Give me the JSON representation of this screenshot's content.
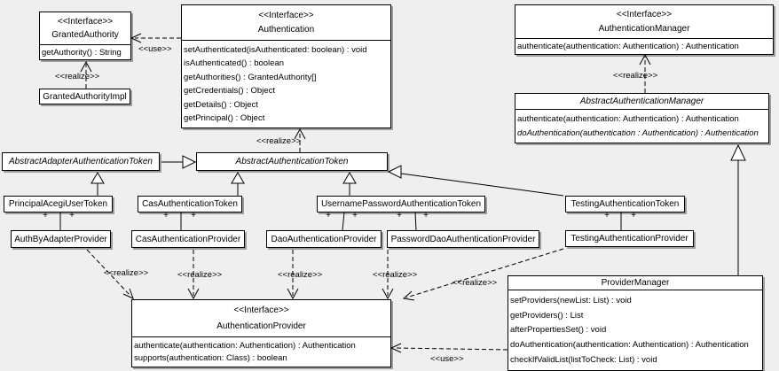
{
  "labels": {
    "use": "<<use>>",
    "realize": "<<realize>>",
    "plus": "+"
  },
  "colors": {
    "background": "#efefef",
    "box_fill": "#ffffff",
    "box_border": "#000000",
    "shadow": "#9e9e9e"
  },
  "classes": {
    "granted_authority": {
      "stereotype": "<<Interface>>",
      "name": "GrantedAuthority",
      "methods": [
        "getAuthority() : String"
      ]
    },
    "granted_authority_impl": {
      "name": "GrantedAuthorityImpl"
    },
    "authentication": {
      "stereotype": "<<Interface>>",
      "name": "Authentication",
      "methods": [
        "setAuthenticated(isAuthenticated: boolean) : void",
        "isAuthenticated() : boolean",
        "getAuthorities() : GrantedAuthority[]",
        "getCredentials() : Object",
        "getDetails() : Object",
        "getPrincipal() : Object"
      ]
    },
    "authentication_manager": {
      "stereotype": "<<Interface>>",
      "name": "AuthenticationManager",
      "methods": [
        "authenticate(authentication: Authentication) : Authentication"
      ]
    },
    "abstract_authentication_manager": {
      "name": "AbstractAuthenticationManager",
      "methods": [
        "authenticate(authentication: Authentication) : Authentication",
        "doAuthentication(authentication : Authentication) : Authentication"
      ]
    },
    "abstract_adapter_authentication_token": {
      "name": "AbstractAdapterAuthenticationToken"
    },
    "abstract_authentication_token": {
      "name": "AbstractAuthenticationToken"
    },
    "principal_acegi_user_token": {
      "name": "PrincipalAcegiUserToken"
    },
    "cas_authentication_token": {
      "name": "CasAuthenticationToken"
    },
    "username_password_authentication_token": {
      "name": "UsernamePasswordAuthenticationToken"
    },
    "testing_authentication_token": {
      "name": "TestingAuthenticationToken"
    },
    "auth_by_adapter_provider": {
      "name": "AuthByAdapterProvider"
    },
    "cas_authentication_provider": {
      "name": "CasAuthenticationProvider"
    },
    "dao_authentication_provider": {
      "name": "DaoAuthenticationProvider"
    },
    "password_dao_authentication_provider": {
      "name": "PasswordDaoAuthenticationProvider"
    },
    "testing_authentication_provider": {
      "name": "TestingAuthenticationProvider"
    },
    "authentication_provider": {
      "stereotype": "<<Interface>>",
      "name": "AuthenticationProvider",
      "methods": [
        "authenticate(authentication: Authentication) : Authentication",
        "supports(authentication: Class) : boolean"
      ]
    },
    "provider_manager": {
      "name": "ProviderManager",
      "methods": [
        "setProviders(newList: List) : void",
        "getProviders() : List",
        "afterPropertiesSet() : void",
        "doAuthentication(authentication: Authentication) : Authentication",
        "checkIfValidList(listToCheck: List) : void"
      ]
    }
  }
}
